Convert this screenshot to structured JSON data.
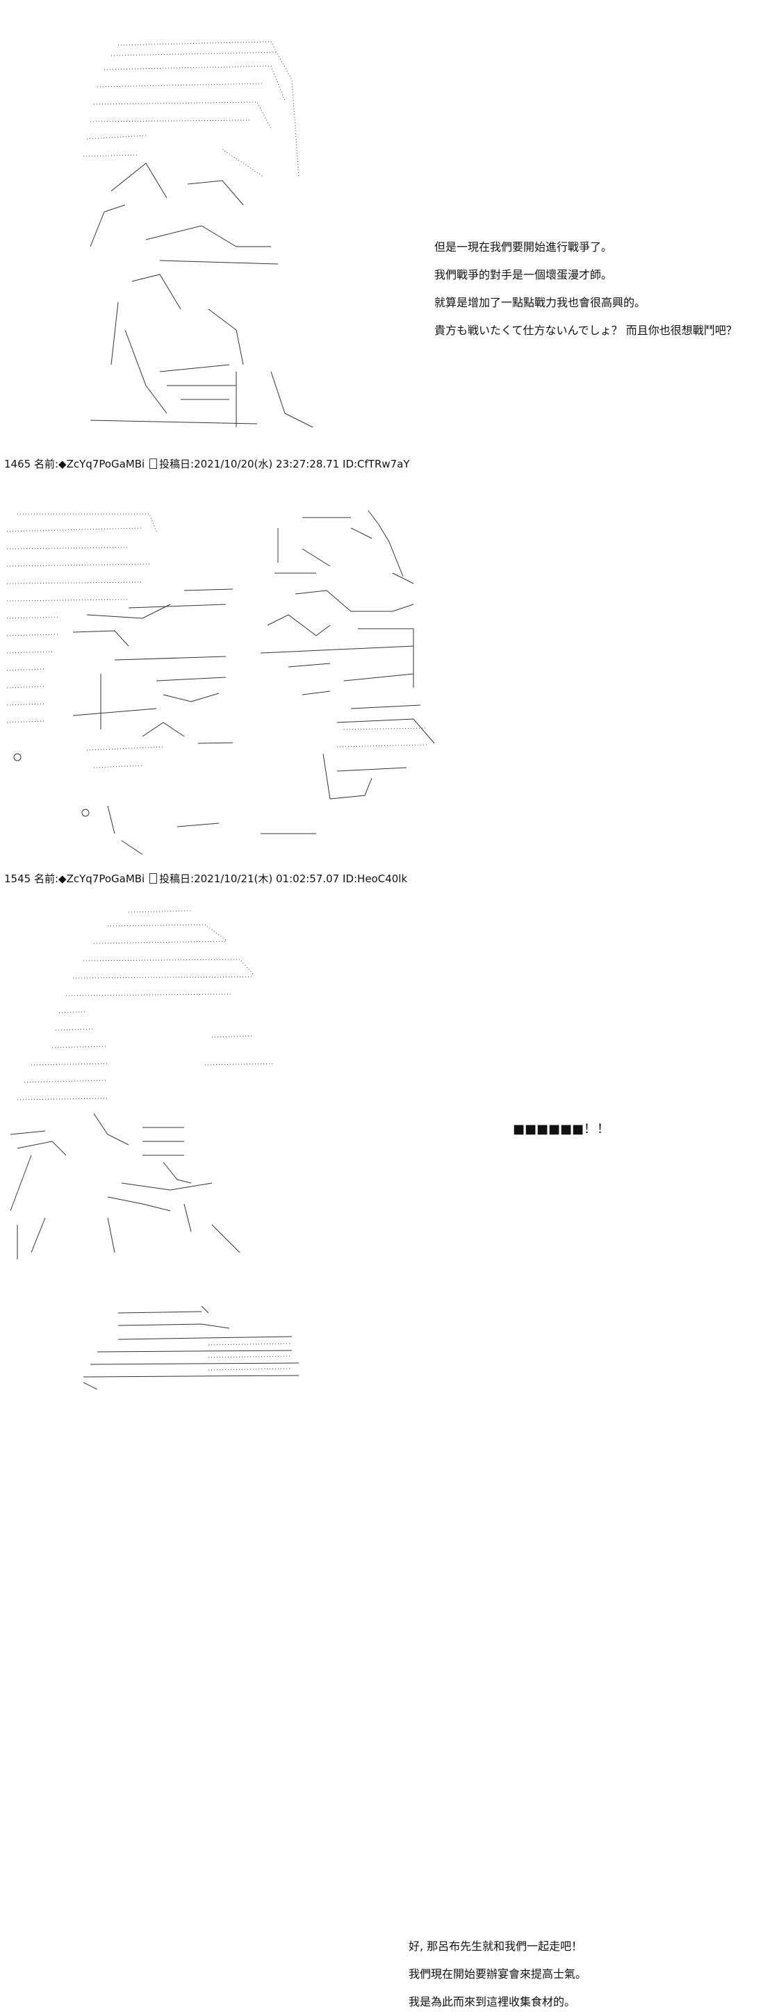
{
  "panels": [
    {
      "dialogue": [
        "但是一現在我們要開始進行戰爭了。",
        "我們戰爭的對手是一個壞蛋漫才師。",
        "就算是增加了一點點戰力我也會很高興的。",
        "貴方も戦いたくて仕方ないんでしょ？ 而且你也很想戰鬥吧？"
      ]
    },
    {
      "shout_blocks": "■■■■■■",
      "shout_suffix": "！！"
    },
    {
      "dialogue": [
        "好, 那呂布先生就和我們一起走吧！",
        "我們現在開始要辦宴會來提高士氣。",
        "我是為此而來到這裡收集食材的。"
      ]
    }
  ],
  "post_headers": [
    {
      "number": "1465",
      "label": "名前:",
      "trip": "◆ZcYq7PoGaMBi",
      "posted_label": "投稿日:",
      "datetime": "2021/10/20(水) 23:27:28.71",
      "id": "ID:CfTRw7aY"
    },
    {
      "number": "1545",
      "label": "名前:",
      "trip": "◆ZcYq7PoGaMBi",
      "posted_label": "投稿日:",
      "datetime": "2021/10/21(木) 01:02:57.07",
      "id": "ID:HeoC40lk"
    }
  ]
}
